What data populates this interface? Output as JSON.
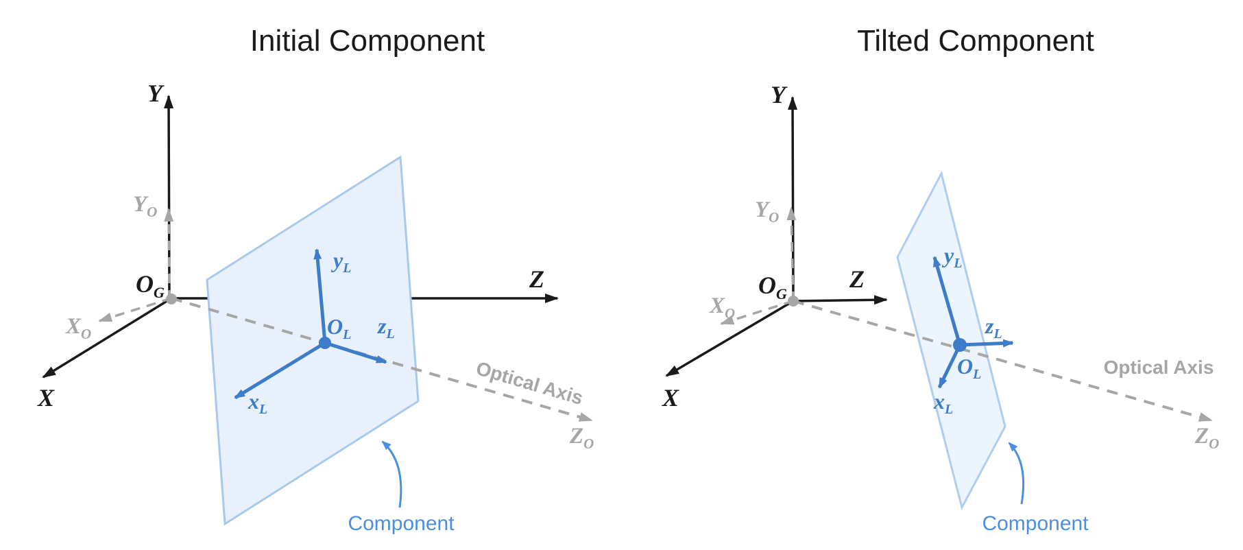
{
  "left": {
    "title": "Initial Component"
  },
  "right": {
    "title": "Tilted Component"
  },
  "labels": {
    "global_origin": {
      "main": "O",
      "sub": "G"
    },
    "axis_y": "Y",
    "axis_x": "X",
    "axis_z": "Z",
    "optical_y": {
      "main": "Y",
      "sub": "O"
    },
    "optical_x": {
      "main": "X",
      "sub": "O"
    },
    "optical_z": {
      "main": "Z",
      "sub": "O"
    },
    "optical_axis": "Optical Axis",
    "local_origin": {
      "main": "O",
      "sub": "L"
    },
    "local_y": {
      "main": "y",
      "sub": "L"
    },
    "local_z": {
      "main": "z",
      "sub": "L"
    },
    "local_x": {
      "main": "x",
      "sub": "L"
    },
    "component": "Component"
  },
  "colors": {
    "axis_black": "#1a1a1a",
    "optical_gray": "#a6a6a6",
    "local_frame_blue": "#3d7cc9",
    "component_blue": "#4a8fe2",
    "plane_fill_initial": "#e8f0fb",
    "plane_fill_tilted": "#ecf5fd",
    "plane_border": "#a9c9ec"
  }
}
